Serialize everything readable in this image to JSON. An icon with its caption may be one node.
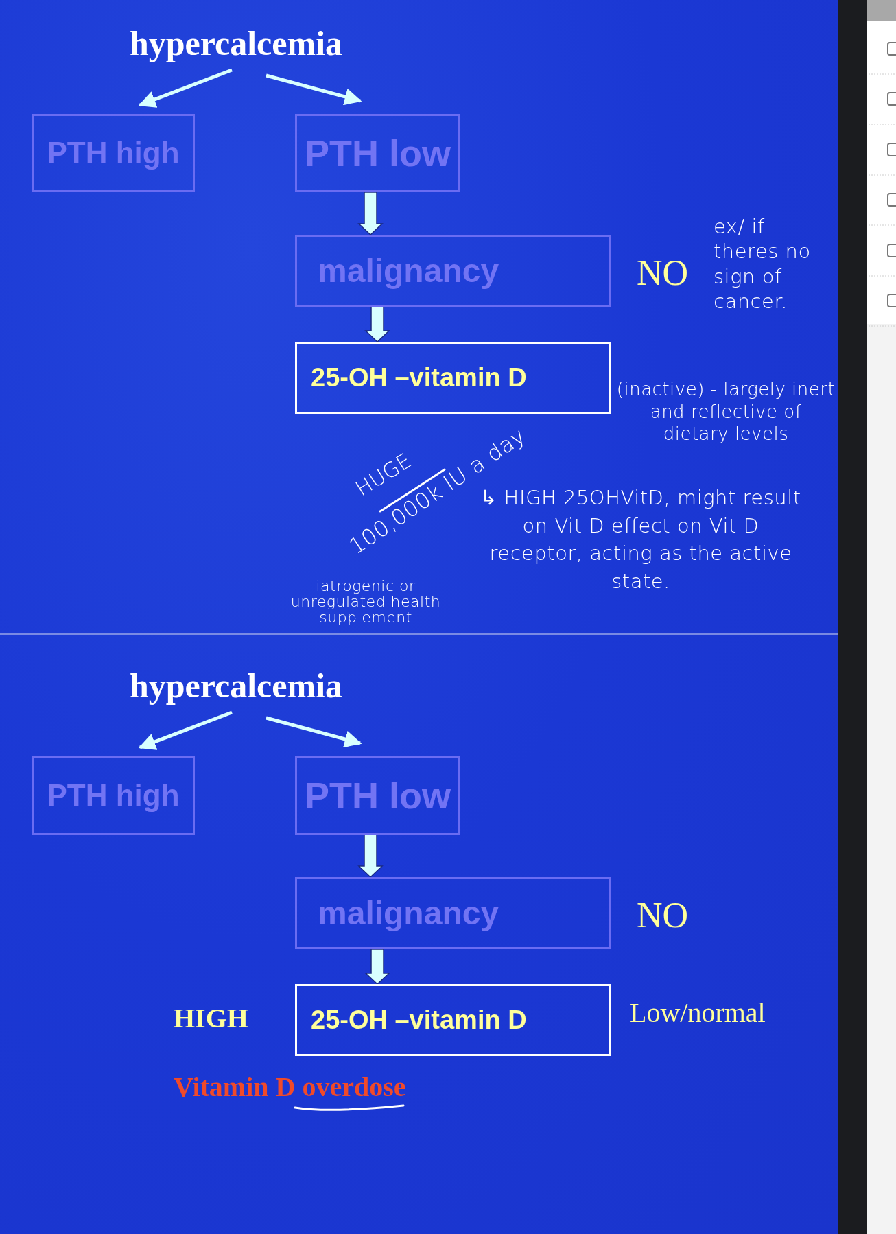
{
  "diagram": {
    "nodes": [
      {
        "text": [
          "hypercalcemia"
        ]
      },
      {
        "text": [
          "PTH high"
        ]
      },
      {
        "text": [
          "PTH low"
        ]
      },
      {
        "text": [
          "malignancy"
        ],
        "beside": [
          "NO"
        ]
      },
      {
        "text": [
          "25-OH –vitamin D"
        ]
      },
      {
        "text": [
          "hypercalcemia"
        ]
      },
      {
        "text": [
          "PTH high"
        ]
      },
      {
        "text": [
          "PTH low"
        ]
      },
      {
        "text": [
          "malignancy"
        ],
        "beside": [
          "NO"
        ]
      },
      {
        "text": [
          "25-OH –vitamin D"
        ],
        "beside": [
          "HIGH",
          "Low/normal"
        ]
      }
    ],
    "edges": [
      {
        "from": 0,
        "to": 1,
        "arrow": "to"
      },
      {
        "from": 0,
        "to": 2,
        "arrow": "to"
      },
      {
        "from": 2,
        "to": 3,
        "arrow": "to",
        "style": "thick"
      },
      {
        "from": 3,
        "to": 4,
        "arrow": "to",
        "style": "thick"
      },
      {
        "from": 5,
        "to": 6,
        "arrow": "to"
      },
      {
        "from": 5,
        "to": 7,
        "arrow": "to"
      },
      {
        "from": 7,
        "to": 8,
        "arrow": "to",
        "style": "thick"
      },
      {
        "from": 8,
        "to": 9,
        "arrow": "to",
        "style": "thick"
      }
    ],
    "labels": [
      "ex/ if theres no sign of cancer.",
      "(inactive) - largely inert and reflective of dietary levels",
      "HUGE",
      "100,000k IU a day",
      "↳ HIGH 25OHVitD, might result on Vit D effect on Vit D receptor, acting as the active state.",
      "iatrogenic or unregulated health supplement",
      "Vitamin D overdose"
    ]
  }
}
